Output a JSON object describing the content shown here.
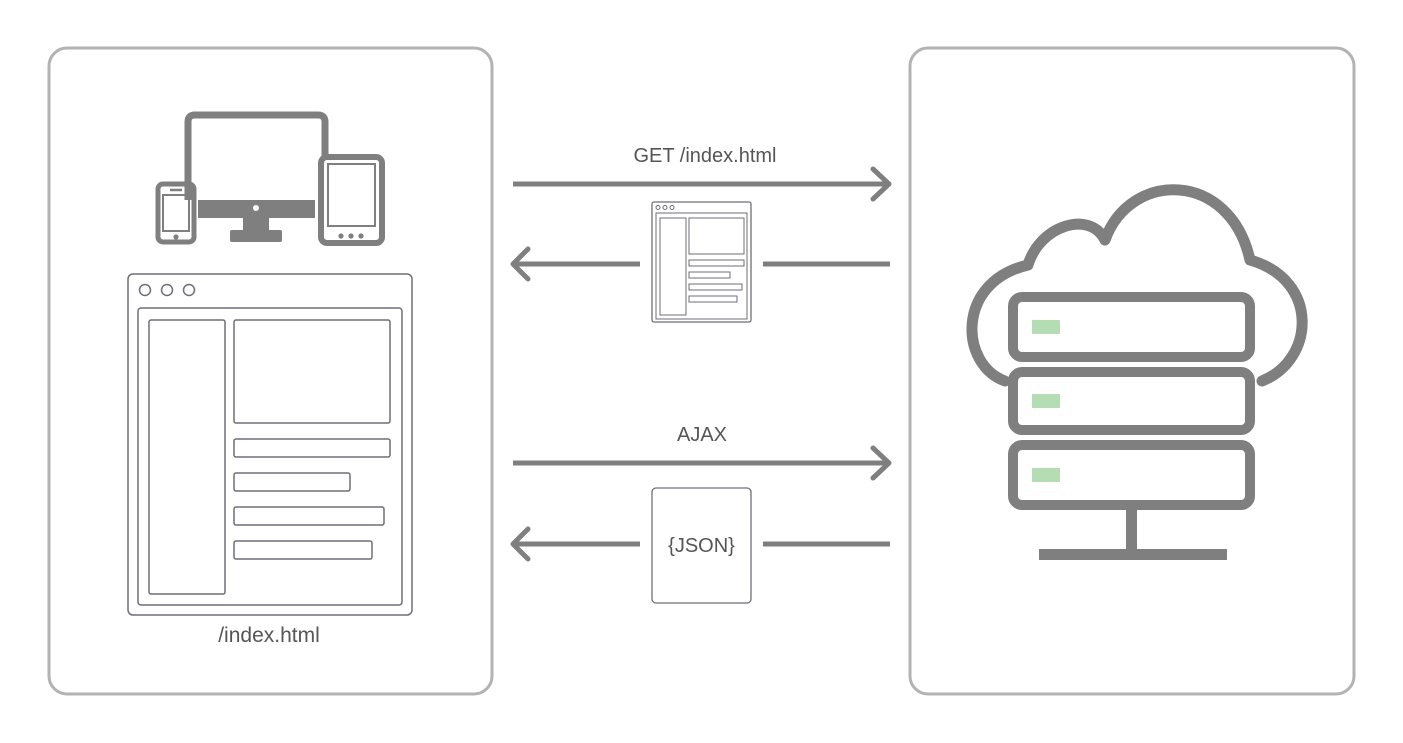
{
  "client": {
    "page_caption": "/index.html"
  },
  "requests": {
    "page_request_label": "GET /index.html",
    "ajax_request_label": "AJAX",
    "json_payload_label": "{JSON}"
  },
  "colors": {
    "stroke": "#7f7f7f",
    "panel_border": "#b3b3b3",
    "wireframe_line": "#6e6e7a",
    "server_led": "#b4ddb4",
    "text": "#555555"
  }
}
